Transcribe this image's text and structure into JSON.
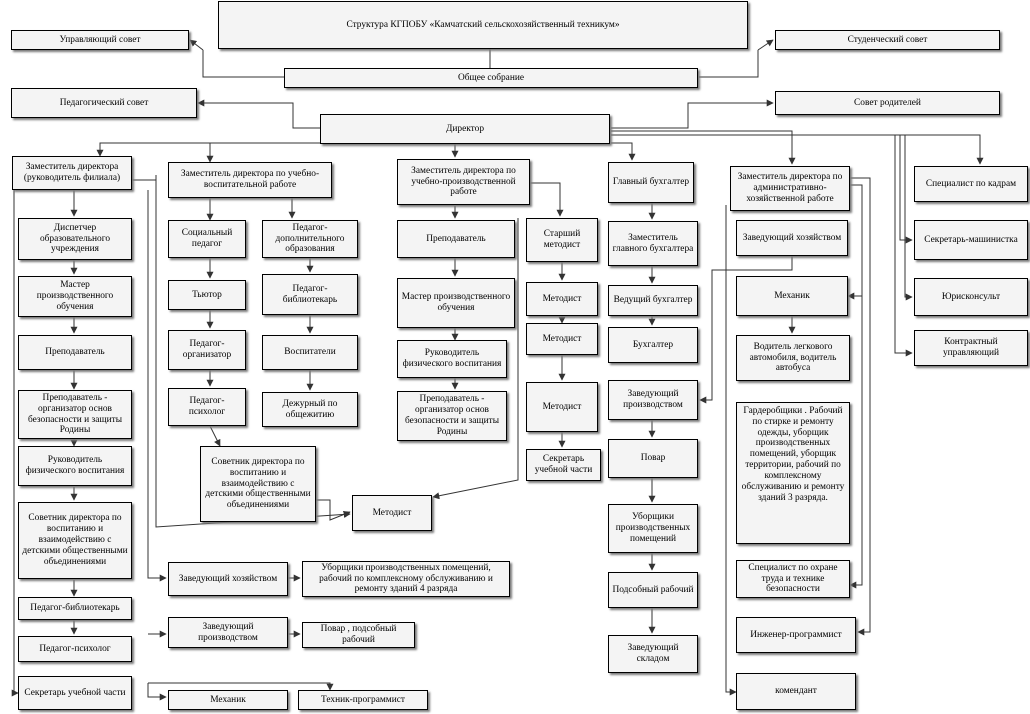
{
  "title": "Структура КГПОБУ «Камчатский сельскохозяйственный техникум»",
  "governance": {
    "managing_council": "Управляющий совет",
    "student_council": "Студенческий совет",
    "general_meeting": "Общее собрание",
    "pedagogical_council": "Педагогический совет",
    "parents_council": "Совет родителей",
    "director": "Директор"
  },
  "branch": {
    "head": "Заместитель директора (руководитель филиала)",
    "items": [
      "Диспетчер образовательного учреждения",
      "Мастер производственного обучения",
      "Преподаватель",
      "Преподаватель - организатор основ безопасности и защиты Родины",
      "Руководитель физического воспитания",
      "Советник директора по воспитанию и взаимодействию с детскими общественными объединениями",
      "Педагог-библиотекарь",
      "Педагог-психолог",
      "Секретарь учебной части"
    ],
    "side": {
      "housekeeping_head": "Заведующий хозяйством",
      "cleaners": "Уборщики производственных помещений, рабочий по комплексному обслуживанию и ремонту зданий 4  разряда",
      "production_head": "Заведующий производством",
      "cook": "Повар , подсобный рабочий",
      "mechanic": "Механик",
      "programmer_tech": "Техник-программист",
      "methodist": "Методист"
    }
  },
  "educational": {
    "head": "Заместитель директора по учебно-воспитательной работе",
    "left_column": [
      "Социальный педагог",
      "Тьютор",
      "Педагог-организатор",
      "Педагог-психолог"
    ],
    "right_column": [
      "Педагог-дополнительного образования",
      "Педагог-библиотекарь",
      "Воспитатели",
      "Дежурный по общежитию"
    ],
    "advisor": "Советник директора по воспитанию и взаимодействию с детскими общественными объединениями"
  },
  "production": {
    "head": "Заместитель директора по учебно-производственной работе",
    "items": [
      "Преподаватель",
      "Мастер производственного обучения",
      "Руководитель физического воспитания",
      "Преподаватель - организатор основ безопасности и защиты Родины"
    ],
    "senior_methodist": "Старший методист",
    "methodists": [
      "Методист",
      "Методист",
      "Методист"
    ],
    "secretary": "Секретарь учебной части"
  },
  "accounting": {
    "head": "Главный бухгалтер",
    "items": [
      "Заместитель главного бухгалтера",
      "Ведущий бухгалтер",
      "Бухгалтер"
    ],
    "production_head": "Заведующий производством",
    "cook": "Повар",
    "cleaners": "Уборщики производственных помещений",
    "helper": "Подсобный рабочий",
    "warehouse": "Заведующий складом"
  },
  "admin": {
    "head": "Заместитель директора по административно-хозяйственной работе",
    "items": [
      "Заведующий хозяйством",
      "Механик",
      "Водитель легкового автомобиля, водитель автобуса",
      "Гардеробщики . Рабочий по стирке и ремонту одежды, уборщик производственных помещений, уборщик территории, рабочий по комплексному обслуживанию и ремонту зданий 3 разряда.",
      "Специалист по охране труда и технике безопасности",
      "Инженер-программист",
      "комендант"
    ]
  },
  "direct_reports": [
    "Специалист по кадрам",
    "Секретарь-машинистка",
    "Юрисконсульт",
    "Контрактный управляющий"
  ]
}
